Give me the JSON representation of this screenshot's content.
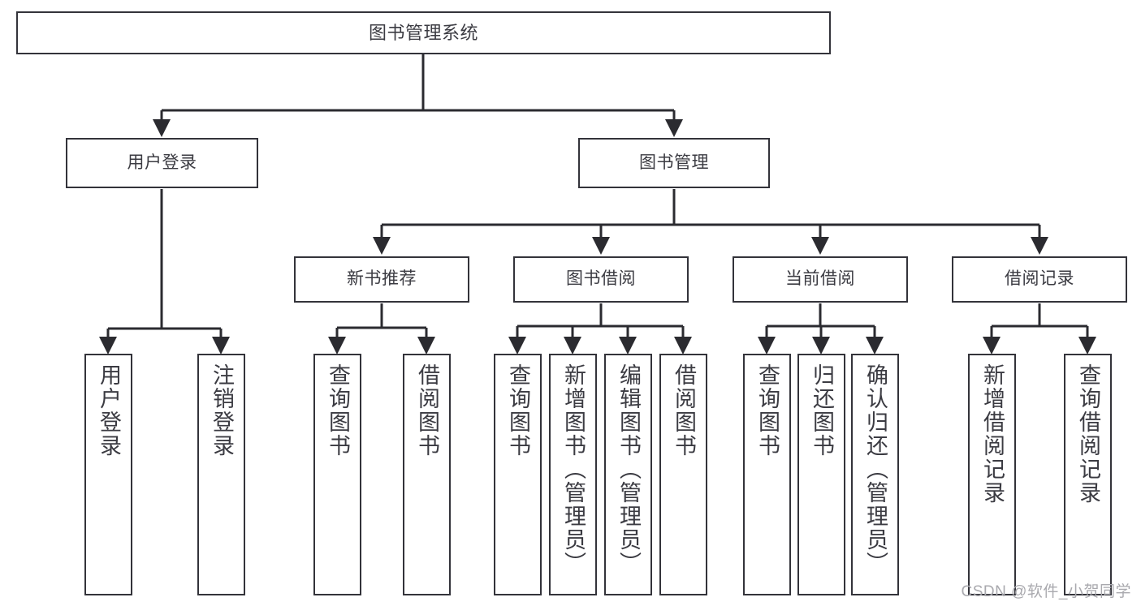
{
  "diagram": {
    "title": "图书管理系统",
    "type": "tree-hierarchy-diagram",
    "colors": {
      "box_border": "#33333a",
      "box_fill": "#ffffff",
      "text": "#3b3b42",
      "edge": "#2b2b30",
      "watermark": "#a9a9ae",
      "background": "#ffffff"
    },
    "watermark": "CSDN @软件_小贺同学",
    "nodes": {
      "root": {
        "label": "图书管理系统"
      },
      "level2": [
        {
          "id": "user-login",
          "label": "用户登录"
        },
        {
          "id": "book-manage",
          "label": "图书管理"
        }
      ],
      "level3": [
        {
          "id": "new-book-recommend",
          "label": "新书推荐"
        },
        {
          "id": "book-borrow",
          "label": "图书借阅"
        },
        {
          "id": "current-borrow",
          "label": "当前借阅"
        },
        {
          "id": "borrow-record",
          "label": "借阅记录"
        }
      ],
      "leaves": [
        {
          "id": "leaf-user-login",
          "label": "用户登录",
          "parent": "user-login"
        },
        {
          "id": "leaf-logout-login",
          "label": "注销登录",
          "parent": "user-login"
        },
        {
          "id": "leaf-query-book-1",
          "label": "查询图书",
          "parent": "new-book-recommend"
        },
        {
          "id": "leaf-borrow-book-1",
          "label": "借阅图书",
          "parent": "new-book-recommend"
        },
        {
          "id": "leaf-query-book-2",
          "label": "查询图书",
          "parent": "book-borrow"
        },
        {
          "id": "leaf-add-book",
          "label": "新增图书（管理员）",
          "parent": "book-borrow"
        },
        {
          "id": "leaf-edit-book",
          "label": "编辑图书（管理员）",
          "parent": "book-borrow"
        },
        {
          "id": "leaf-borrow-book-2",
          "label": "借阅图书",
          "parent": "book-borrow"
        },
        {
          "id": "leaf-query-book-3",
          "label": "查询图书",
          "parent": "current-borrow"
        },
        {
          "id": "leaf-return-book",
          "label": "归还图书",
          "parent": "current-borrow"
        },
        {
          "id": "leaf-confirm-return",
          "label": "确认归还（管理员）",
          "parent": "current-borrow"
        },
        {
          "id": "leaf-add-record",
          "label": "新增借阅记录",
          "parent": "borrow-record"
        },
        {
          "id": "leaf-query-record",
          "label": "查询借阅记录",
          "parent": "borrow-record"
        }
      ]
    }
  }
}
